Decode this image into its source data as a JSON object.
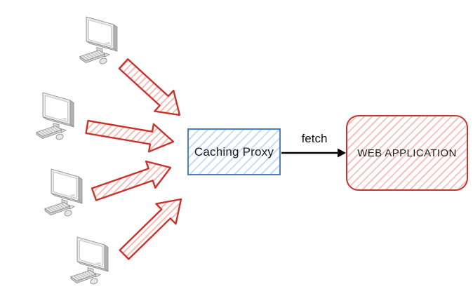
{
  "diagram": {
    "background": "#ffffff",
    "nodes": {
      "clients": {
        "icon": "desktop-computer-icon",
        "count": 4
      },
      "proxy": {
        "label": "Caching Proxy",
        "border_color": "#4a80c8",
        "hatch_color": "#b9d2f2",
        "text_color": "#1b1b1b"
      },
      "web_app": {
        "label": "WEB APPLICATION",
        "border_color": "#c4372e",
        "hatch_color": "#f2b5b0",
        "text_color": "#222222"
      }
    },
    "edges": {
      "fetch": {
        "label": "fetch",
        "color": "#000000",
        "from": "Caching Proxy",
        "to": "WEB APPLICATION"
      },
      "client_requests": {
        "count": 4,
        "stroke_color": "#c8322b",
        "hatch_color": "#f5bcb7",
        "style": "hand-drawn block arrows"
      }
    }
  }
}
